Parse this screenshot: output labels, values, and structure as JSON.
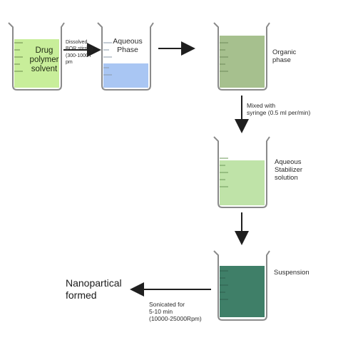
{
  "beakers": {
    "drug": {
      "label": "Drug\npolymer\nsolvent",
      "liquid_color": "#c8ee9a"
    },
    "aqueous": {
      "label": "Aqueous\nPhase",
      "liquid_color": "#a9c6f3"
    },
    "organic": {
      "label": "Organic\nphase",
      "liquid_color": "#a6c08e"
    },
    "stabilizer": {
      "label": "Aqueous\nStabilizer\nsolution",
      "liquid_color": "#bfe3a8"
    },
    "suspension": {
      "label": "Suspension",
      "liquid_color": "#3f7f68"
    }
  },
  "steps": {
    "dissolved": "Dissolved\nBOR stirring\n(300-1000 r\npm",
    "mixed": "Mixed with\nsyringe (0.5 ml per/min)",
    "sonicated": "Sonicated for\n5-10 min\n(10000-25000Rpm)"
  },
  "result": {
    "label": "Nanopartical\nformed"
  },
  "colors": {
    "arrow": "#1f1f1f",
    "glass": "#8a8a8a"
  }
}
